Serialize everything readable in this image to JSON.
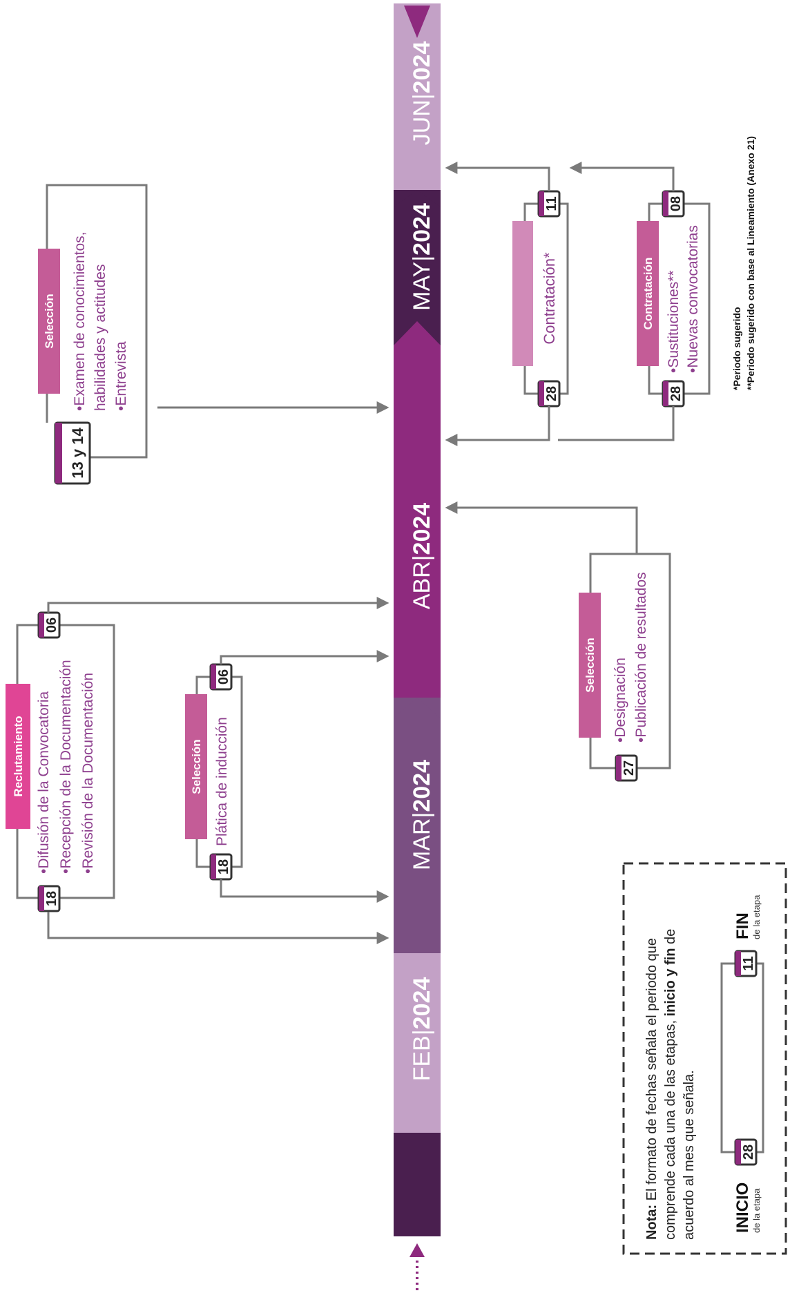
{
  "timeline": {
    "months": [
      {
        "abbr": "FEB",
        "year": "2024"
      },
      {
        "abbr": "MAR",
        "year": "2024"
      },
      {
        "abbr": "ABR",
        "year": "2024"
      },
      {
        "abbr": "MAY",
        "year": "2024"
      },
      {
        "abbr": "JUN",
        "year": "2024"
      }
    ]
  },
  "stages": [
    {
      "tag": "Reclutamiento",
      "start": "18",
      "end": "06",
      "items": [
        "•Difusión de la Convocatoria",
        "•Recepción de la Documentación",
        "•Revisión de la Documentación"
      ]
    },
    {
      "tag": "Selección",
      "start": "18",
      "end": "06",
      "items": [
        "Plática de inducción"
      ]
    },
    {
      "tag": "Selección",
      "date": "13 y 14",
      "items": [
        "•Examen de conocimientos,",
        "habilidades y actitudes",
        "•Entrevista"
      ]
    },
    {
      "tag": "Selección",
      "start": "27",
      "items": [
        "•Designación",
        "•Publicación de resultados"
      ]
    },
    {
      "tag": "Contratación*",
      "start": "28",
      "end": "11"
    },
    {
      "tag": "Contratación",
      "start": "28",
      "end": "08",
      "items": [
        "•Sustituciones**",
        "•Nuevas convocatorias"
      ]
    }
  ],
  "footnotes": [
    "*Periodo sugerido",
    "**Periodo sugerido con base al Lineamiento (Anexo 21)"
  ],
  "note": {
    "bold": "Nota:",
    "lines": [
      "El formato de fechas señala el periodo que",
      "comprende cada una de las etapas,",
      "acuerdo al mes que señala."
    ],
    "inline_bold": "inicio y fin",
    "inline_after": "de",
    "example_start": "28",
    "example_end": "11",
    "inicio_label": "INICIO",
    "fin_label": "FIN",
    "sub_label": "de la etapa"
  },
  "colors": {
    "dark": "#4a1f4f",
    "plum": "#6a2a66",
    "magenta": "#8e2a7e",
    "mauve": "#a986a9",
    "lilac": "#c3a1c6",
    "pink": "#e04595",
    "rose": "#c45c97",
    "light_pink": "#d18ab8",
    "text_purple": "#8e3f8e",
    "gray": "#7a7a7a"
  }
}
